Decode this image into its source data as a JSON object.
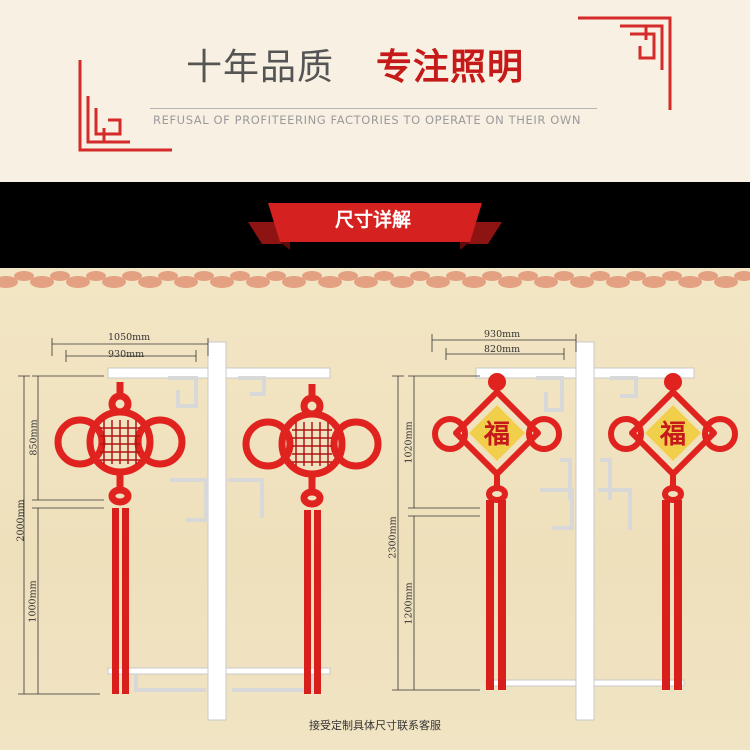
{
  "header": {
    "title_gray": "十年品质",
    "title_red": "专注照明",
    "subtitle": "REFUSAL OF PROFITEERING FACTORIES TO OPERATE ON THEIR OWN"
  },
  "banner": {
    "label": "尺寸详解"
  },
  "left_product": {
    "width_outer": "1050mm",
    "width_inner": "930mm",
    "height_knot": "850mm",
    "height_total": "2000mm",
    "height_tassel": "1000mm"
  },
  "right_product": {
    "width_outer": "930mm",
    "width_inner": "820mm",
    "height_knot": "1020mm",
    "height_total": "2300mm",
    "height_tassel": "1200mm",
    "fu_char": "福"
  },
  "caption": "接受定制具体尺寸联系客服",
  "colors": {
    "red": "#c61a1a",
    "knot_red": "#e0231f",
    "gold": "#f2cf4a",
    "background": "#f3e6c4"
  }
}
